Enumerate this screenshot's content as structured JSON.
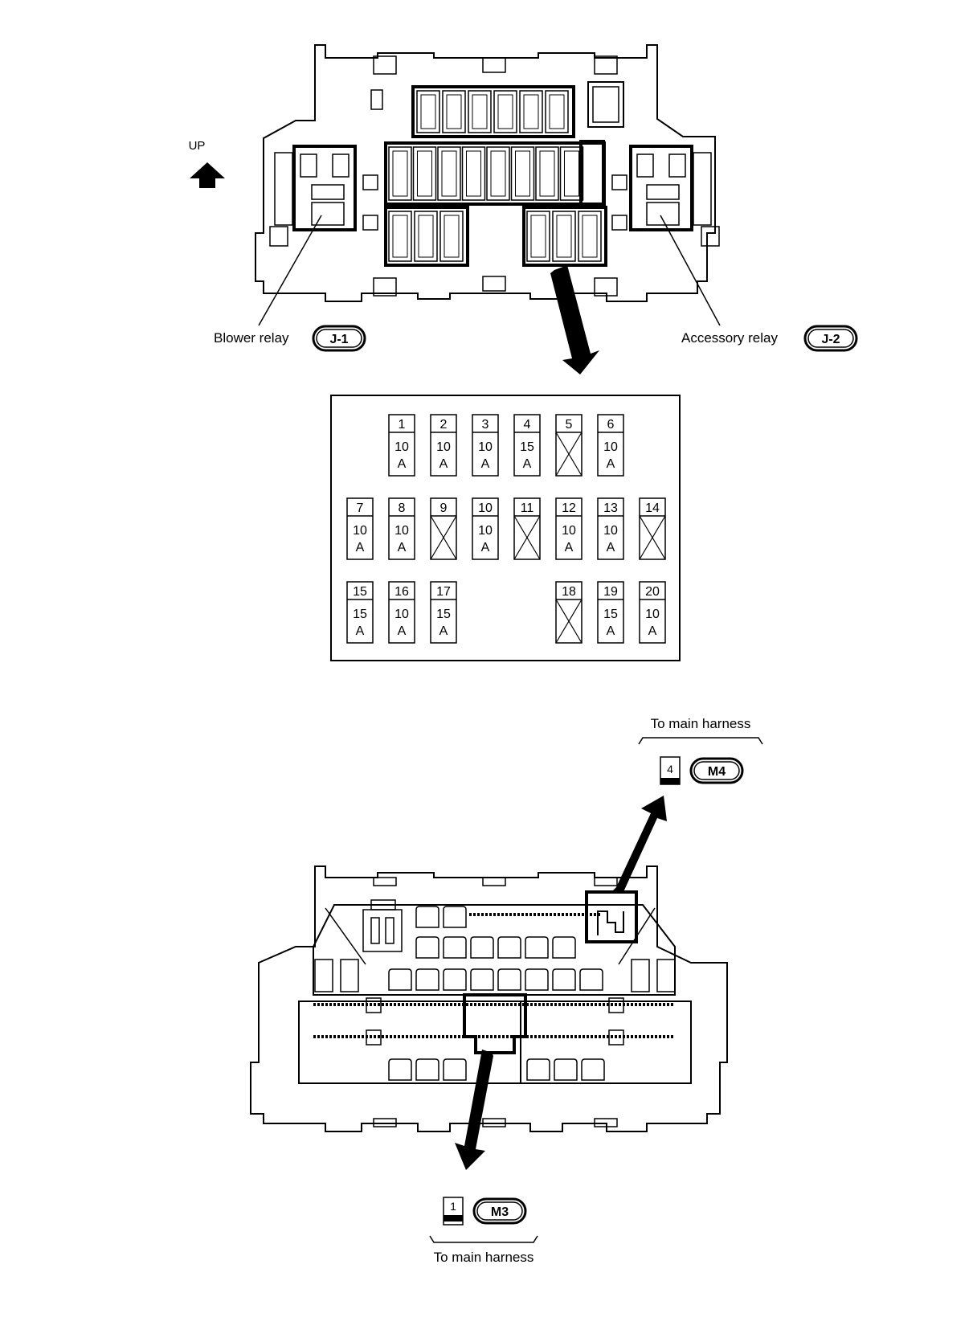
{
  "up_label": "UP",
  "blower": {
    "label": "Blower relay",
    "code": "J-1"
  },
  "accessory": {
    "label": "Accessory relay",
    "code": "J-2"
  },
  "fuses": [
    {
      "num": "1",
      "amp": "10",
      "unit": "A",
      "empty": false
    },
    {
      "num": "2",
      "amp": "10",
      "unit": "A",
      "empty": false
    },
    {
      "num": "3",
      "amp": "10",
      "unit": "A",
      "empty": false
    },
    {
      "num": "4",
      "amp": "15",
      "unit": "A",
      "empty": false
    },
    {
      "num": "5",
      "amp": "",
      "unit": "",
      "empty": true
    },
    {
      "num": "6",
      "amp": "10",
      "unit": "A",
      "empty": false
    },
    {
      "num": "7",
      "amp": "10",
      "unit": "A",
      "empty": false
    },
    {
      "num": "8",
      "amp": "10",
      "unit": "A",
      "empty": false
    },
    {
      "num": "9",
      "amp": "",
      "unit": "",
      "empty": true
    },
    {
      "num": "10",
      "amp": "10",
      "unit": "A",
      "empty": false
    },
    {
      "num": "11",
      "amp": "",
      "unit": "",
      "empty": true
    },
    {
      "num": "12",
      "amp": "10",
      "unit": "A",
      "empty": false
    },
    {
      "num": "13",
      "amp": "10",
      "unit": "A",
      "empty": false
    },
    {
      "num": "14",
      "amp": "",
      "unit": "",
      "empty": true
    },
    {
      "num": "15",
      "amp": "15",
      "unit": "A",
      "empty": false
    },
    {
      "num": "16",
      "amp": "10",
      "unit": "A",
      "empty": false
    },
    {
      "num": "17",
      "amp": "15",
      "unit": "A",
      "empty": false
    },
    {
      "num": "18",
      "amp": "",
      "unit": "",
      "empty": true
    },
    {
      "num": "19",
      "amp": "15",
      "unit": "A",
      "empty": false
    },
    {
      "num": "20",
      "amp": "10",
      "unit": "A",
      "empty": false
    }
  ],
  "connector_m4": {
    "pin": "4",
    "code": "M4",
    "label": "To main harness"
  },
  "connector_m3": {
    "pin": "1",
    "code": "M3",
    "label": "To main harness"
  }
}
